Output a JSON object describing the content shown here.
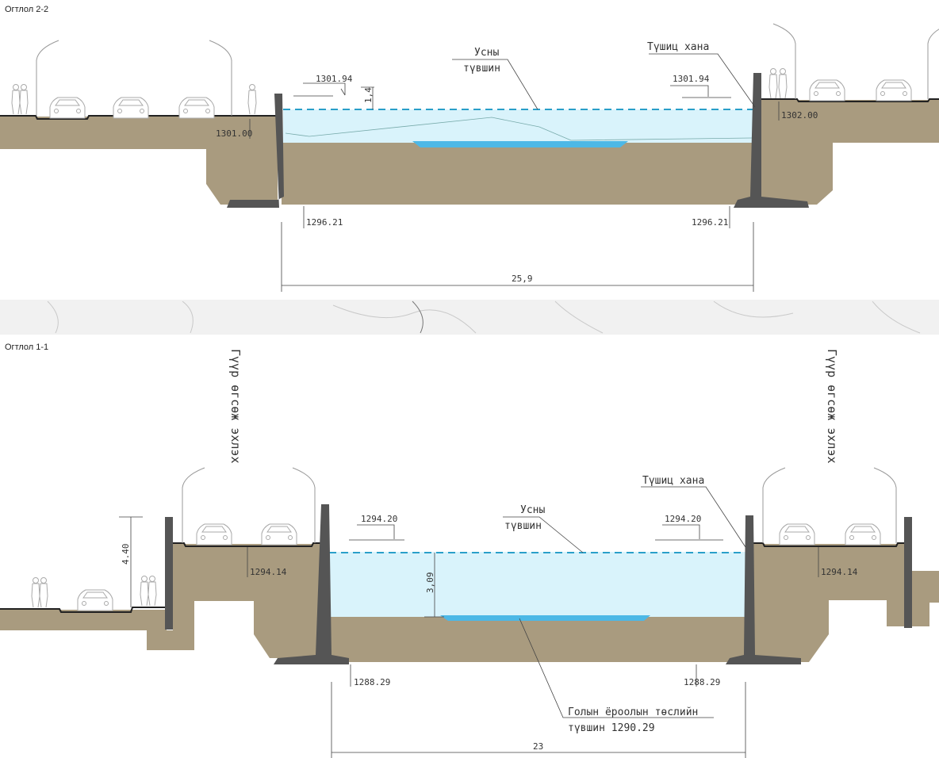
{
  "section_top": {
    "title": "Огтлол 2-2",
    "water_level_label_1": "Усны",
    "water_level_label_2": "түвшин",
    "retaining_wall_label": "Түшиц хана",
    "elev_water_left": "1301.94",
    "elev_water_right": "1301.94",
    "freeboard": "1,4",
    "elev_bank_left": "1301.00",
    "elev_bank_right": "1302.00",
    "elev_bottom_left": "1296.21",
    "elev_bottom_right": "1296.21",
    "width": "25,9"
  },
  "section_bottom": {
    "title": "Огтлол 1-1",
    "bridge_start_left": "Гүүр өгсөж эхлэх",
    "bridge_start_right": "Гүүр өгсөж эхлэх",
    "water_level_label_1": "Усны",
    "water_level_label_2": "түвшин",
    "retaining_wall_label": "Түшиц хана",
    "elev_water_left": "1294.20",
    "elev_water_right": "1294.20",
    "depth": "3,09",
    "road_height": "4.40",
    "elev_bank_left": "1294.14",
    "elev_bank_right": "1294.14",
    "elev_bottom_left": "1288.29",
    "elev_bottom_right": "1288.29",
    "design_bed_label_1": "Голын ёроолын төслийн",
    "design_bed_label_2": "түвшин 1290.29",
    "width": "23"
  },
  "colors": {
    "earth": "#a99b7f",
    "water": "#d9f3fb",
    "channel": "#4db8e6",
    "wall": "#555555",
    "waterline": "#2a9fc9"
  }
}
